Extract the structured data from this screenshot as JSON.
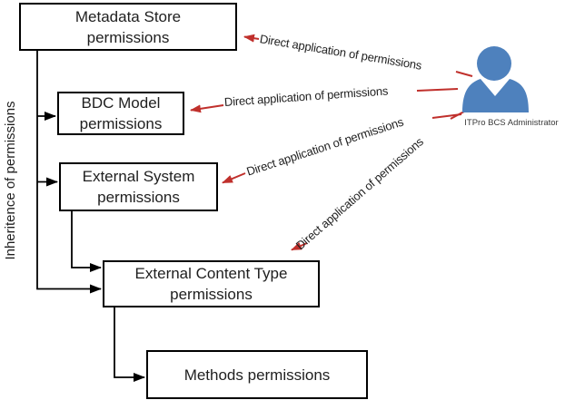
{
  "diagram": {
    "boxes": [
      {
        "id": "metadata-store",
        "label": "Metadata Store\npermissions"
      },
      {
        "id": "bdc-model",
        "label": "BDC Model\npermissions"
      },
      {
        "id": "external-system",
        "label": "External System\npermissions"
      },
      {
        "id": "external-content-type",
        "label": "External Content Type\npermissions"
      },
      {
        "id": "methods",
        "label": "Methods permissions"
      }
    ],
    "inheritance_axis_label": "Inheritence of permissions",
    "direct_connectors": [
      {
        "label": "Direct application of permissions",
        "target": "Metadata Store permissions"
      },
      {
        "label": "Direct application of permissions",
        "target": "BDC Model permissions"
      },
      {
        "label": "Direct application of permissions",
        "target": "External System permissions"
      },
      {
        "label": "Direct application of permissions",
        "target": "External Content Type permissions"
      }
    ],
    "actor": {
      "name": "ITPro BCS Administrator",
      "icon": "person-icon",
      "color": "#4E81BD"
    },
    "colors": {
      "direct_arrow_red": "#C0302C",
      "inheritance_line_black": "#000000",
      "box_border": "#000000",
      "background": "#FFFFFF"
    }
  }
}
